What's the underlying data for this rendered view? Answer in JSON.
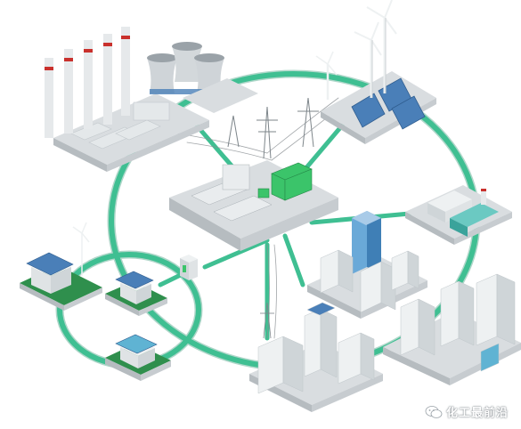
{
  "watermark": {
    "text": "化工最前沿",
    "icon": "wechat-icon"
  },
  "colors": {
    "ring": "#3fbf92",
    "ring_dark": "#1e8c68",
    "platform": "#d9dde0",
    "platform_side": "#b6bcc0",
    "solar": "#4a7fb8",
    "building": "#e4e8ea",
    "glass": "#6aa9d8",
    "green_box": "#3bc46a",
    "stripe": "#c9302c"
  },
  "nodes": [
    {
      "id": "power-plant",
      "kind": "coal-power-plant"
    },
    {
      "id": "renewables",
      "kind": "wind-and-solar-farm"
    },
    {
      "id": "substation",
      "kind": "central-substation"
    },
    {
      "id": "factory",
      "kind": "industrial-plant"
    },
    {
      "id": "city",
      "kind": "city-blocks"
    },
    {
      "id": "office",
      "kind": "office-district"
    },
    {
      "id": "downtown",
      "kind": "high-rise-district"
    },
    {
      "id": "home-1",
      "kind": "solar-house-with-turbine"
    },
    {
      "id": "home-2",
      "kind": "solar-house"
    },
    {
      "id": "home-3",
      "kind": "solar-house"
    },
    {
      "id": "storage",
      "kind": "battery-storage-cabinet"
    }
  ]
}
